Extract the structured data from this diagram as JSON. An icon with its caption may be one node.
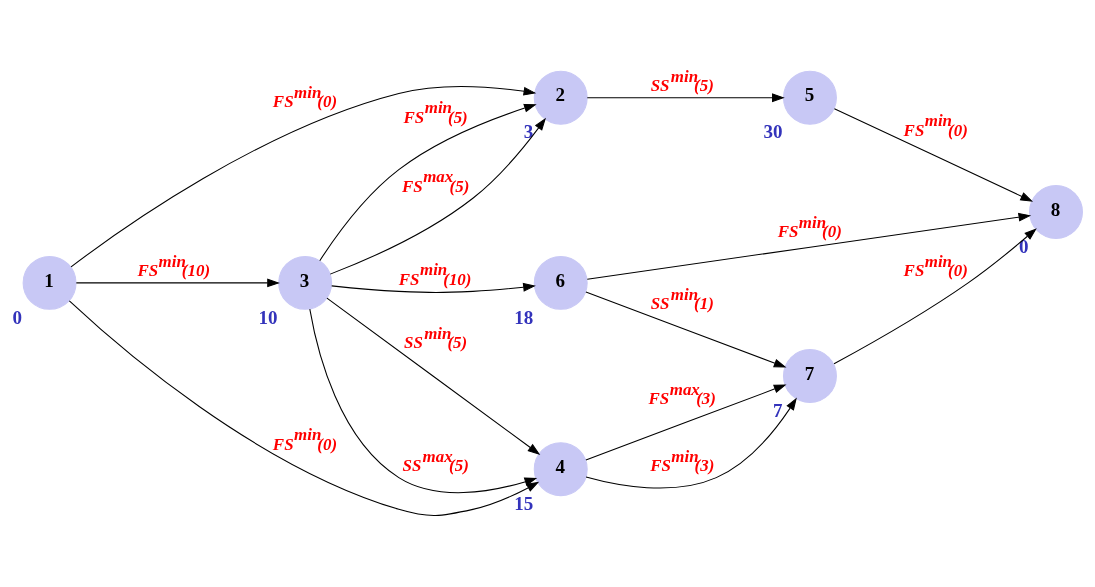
{
  "diagram": {
    "nodes": [
      {
        "text": [
          "1"
        ],
        "beside": [
          "0"
        ]
      },
      {
        "text": [
          "2"
        ],
        "beside": [
          "3"
        ]
      },
      {
        "text": [
          "3"
        ],
        "beside": [
          "10"
        ]
      },
      {
        "text": [
          "4"
        ],
        "beside": [
          "15"
        ]
      },
      {
        "text": [
          "5"
        ],
        "beside": [
          "30"
        ]
      },
      {
        "text": [
          "6"
        ],
        "beside": [
          "18"
        ]
      },
      {
        "text": [
          "7"
        ],
        "beside": [
          "7"
        ]
      },
      {
        "text": [
          "8"
        ],
        "beside": [
          "0"
        ]
      }
    ],
    "edges": [
      {
        "from": 0,
        "to": 1,
        "arrow": "to",
        "label": "FS$^{min}$(0)"
      },
      {
        "from": 0,
        "to": 2,
        "arrow": "to",
        "label": "FS$^{min}$(10)"
      },
      {
        "from": 0,
        "to": 3,
        "arrow": "to",
        "label": "FS$^{min}$(0)"
      },
      {
        "from": 2,
        "to": 1,
        "arrow": "to",
        "label": "FS$^{max}$(5)"
      },
      {
        "from": 2,
        "to": 1,
        "arrow": "to",
        "label": "FS$^{min}$(5)"
      },
      {
        "from": 1,
        "to": 4,
        "arrow": "to",
        "label": "SS$^{min}$(5)"
      },
      {
        "from": 2,
        "to": 5,
        "arrow": "to",
        "label": "FS$^{min}$(10)"
      },
      {
        "from": 2,
        "to": 3,
        "arrow": "to",
        "label": "SS$^{max}$(5)"
      },
      {
        "from": 2,
        "to": 3,
        "arrow": "to",
        "label": "SS$^{min}$(5)"
      },
      {
        "from": 4,
        "to": 7,
        "arrow": "to",
        "label": "FS$^{min}$(0)"
      },
      {
        "from": 5,
        "to": 7,
        "arrow": "to",
        "label": "FS$^{min}$(0)"
      },
      {
        "from": 5,
        "to": 6,
        "arrow": "to",
        "label": "SS$^{min}$(1)"
      },
      {
        "from": 3,
        "to": 6,
        "arrow": "to",
        "label": "FS$^{min}$(3)"
      },
      {
        "from": 3,
        "to": 6,
        "arrow": "to",
        "label": "FS$^{max}$(3)"
      },
      {
        "from": 6,
        "to": 7,
        "arrow": "to",
        "label": "FS$^{min}$(0)"
      }
    ]
  }
}
